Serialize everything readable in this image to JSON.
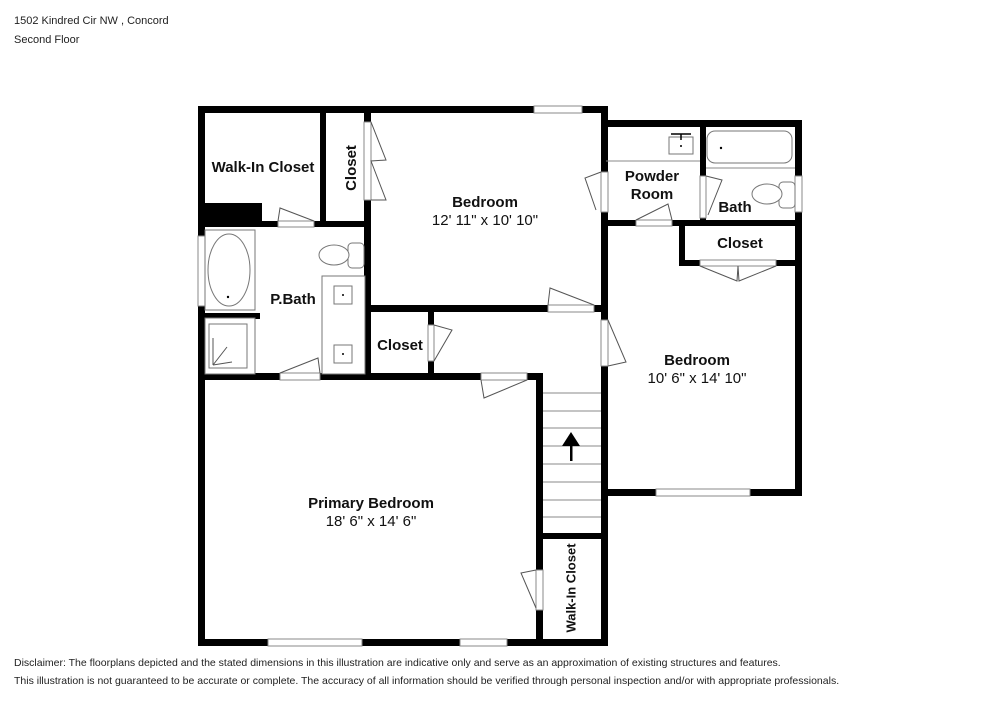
{
  "header": {
    "address": "1502 Kindred Cir NW , Concord",
    "floor": "Second Floor"
  },
  "rooms": {
    "walk_in_closet_top": {
      "name": "Walk-In Closet"
    },
    "closet_vertical": {
      "name": "Closet"
    },
    "bedroom_1": {
      "name": "Bedroom",
      "dimensions": "12' 11\" x 10' 10\""
    },
    "powder_room": {
      "name_line1": "Powder",
      "name_line2": "Room"
    },
    "bath": {
      "name": "Bath"
    },
    "closet_right": {
      "name": "Closet"
    },
    "p_bath": {
      "name": "P.Bath"
    },
    "closet_middle": {
      "name": "Closet"
    },
    "bedroom_2": {
      "name": "Bedroom",
      "dimensions": "10' 6\" x 14' 10\""
    },
    "primary_bedroom": {
      "name": "Primary Bedroom",
      "dimensions": "18' 6\" x 14' 6\""
    },
    "walk_in_closet_bottom": {
      "name": "Walk-In Closet"
    }
  },
  "icons": {
    "stairs_direction": "arrow-up-icon"
  },
  "disclaimer": {
    "line1": "Disclaimer: The floorplans depicted and the stated dimensions in this illustration are indicative only and serve as an approximation of existing structures and features.",
    "line2": "This illustration is not guaranteed to be accurate or complete. The accuracy of all information should be verified through personal inspection and/or with appropriate professionals."
  }
}
